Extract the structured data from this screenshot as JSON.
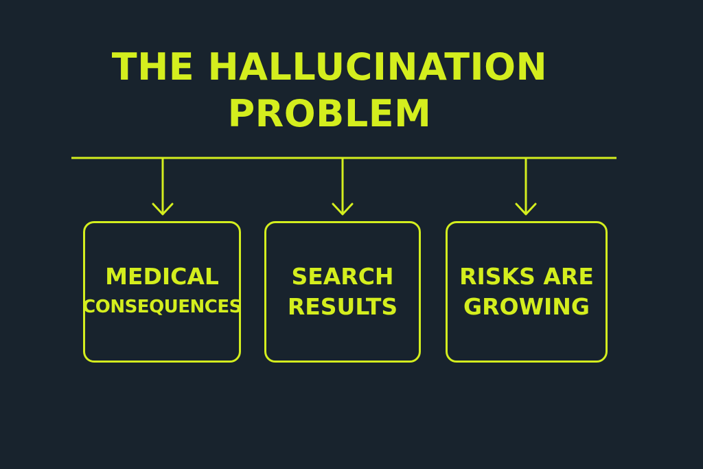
{
  "title": {
    "line1": "THE HALLUCINATION",
    "line2": "PROBLEM"
  },
  "colors": {
    "background": "#18232d",
    "accent": "#d4ee1e"
  },
  "boxes": [
    {
      "line1": "MEDICAL",
      "line2": "CONSEQUENCES"
    },
    {
      "line1": "SEARCH",
      "line2": "RESULTS"
    },
    {
      "line1": "RISKS ARE",
      "line2": "GROWING"
    }
  ]
}
